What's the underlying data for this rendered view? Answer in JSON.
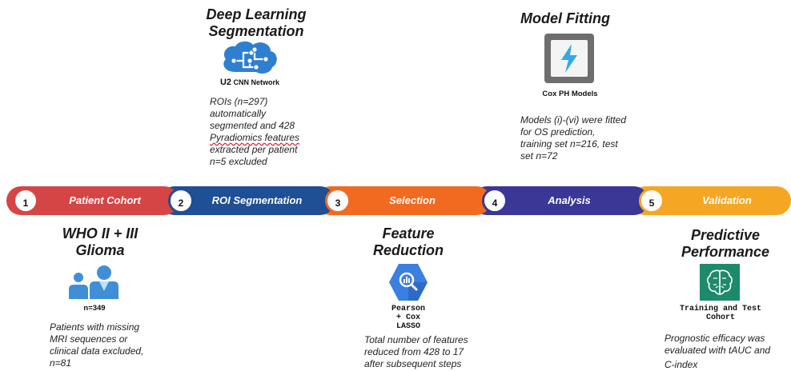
{
  "top": {
    "deep_learning": {
      "title_line1": "Deep Learning",
      "title_line2": "Segmentation",
      "caption_prefix": "U",
      "caption_sub": "2",
      "caption_rest": " CNN Network",
      "desc_lines": [
        "ROIs (n=297)",
        "automatically",
        "segmented and 428",
        "Pyradiomics features",
        "extracted per patient",
        "n=5 excluded"
      ],
      "icon": "brain-circuit-icon"
    },
    "model_fitting": {
      "title": "Model Fitting",
      "caption": "Cox PH Models",
      "desc_lines": [
        "Models (i)-(vi) were fitted",
        "for OS prediction,",
        "training set n=216, test",
        "set n=72"
      ],
      "icon": "lightning-bolt-icon"
    }
  },
  "pipeline": [
    {
      "num": "1",
      "label": "Patient Cohort",
      "color": "#d64545"
    },
    {
      "num": "2",
      "label": "ROI Segmentation",
      "color": "#1f4f94"
    },
    {
      "num": "3",
      "label": "Selection",
      "color": "#f26a1f"
    },
    {
      "num": "4",
      "label": "Analysis",
      "color": "#3a3797"
    },
    {
      "num": "5",
      "label": "Validation",
      "color": "#f5a623"
    }
  ],
  "bottom": {
    "cohort": {
      "title_line1": "WHO II + III",
      "title_line2": "Glioma",
      "caption": "n=349",
      "desc_lines": [
        "Patients with missing",
        "MRI sequences or",
        "clinical data excluded,",
        "n=81"
      ],
      "icon": "patients-icon"
    },
    "feature_reduction": {
      "title_line1": "Feature",
      "title_line2": "Reduction",
      "caption_lines": [
        "Pearson",
        "+ Cox",
        "LASSO"
      ],
      "desc_lines": [
        "Total number of features",
        "reduced from 428 to 17",
        "after subsequent steps"
      ],
      "icon": "analytics-search-icon"
    },
    "predictive": {
      "title_line1": "Predictive",
      "title_line2": "Performance",
      "caption_lines": [
        "Training and Test",
        "Cohort"
      ],
      "desc_lines": [
        "Prognostic efficacy was",
        "evaluated with tAUC and",
        "C-index"
      ],
      "icon": "brain-chip-icon"
    }
  }
}
